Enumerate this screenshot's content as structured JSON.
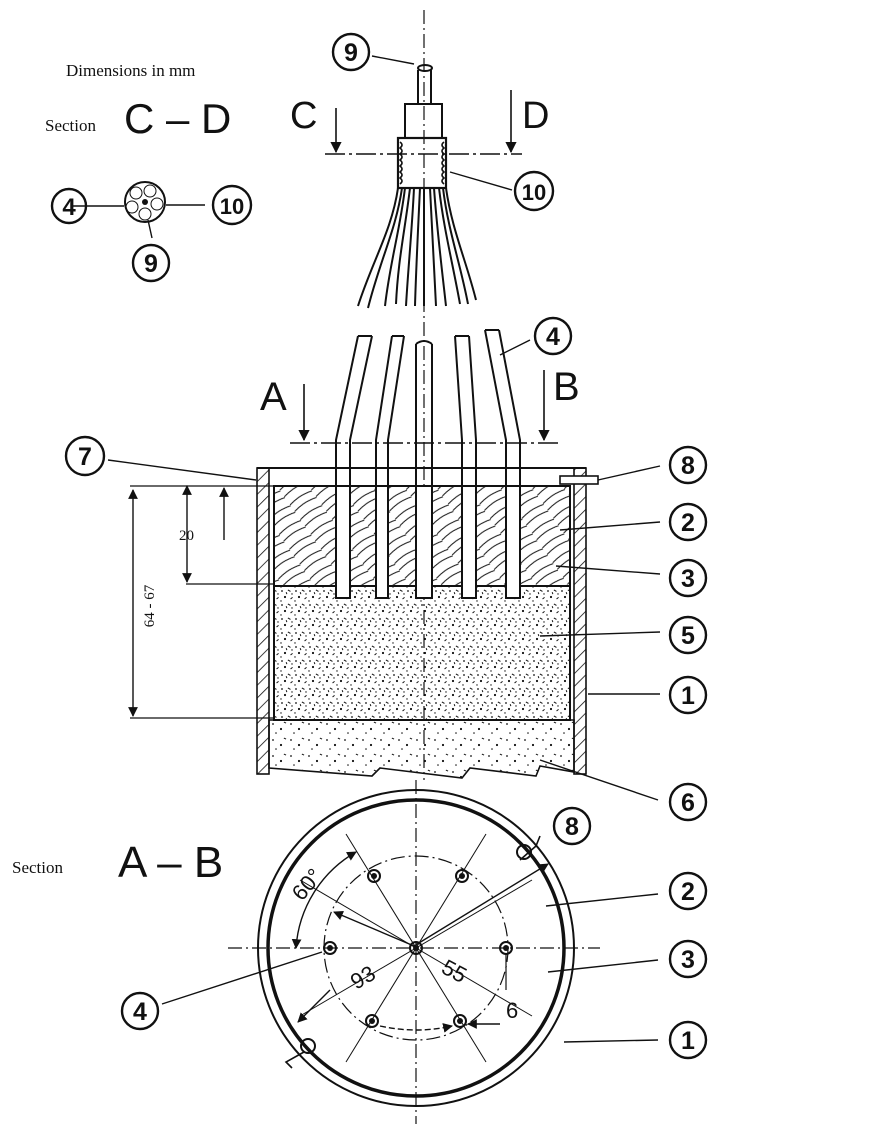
{
  "header": {
    "dimensions_note": "Dimensions in mm",
    "section_word": "Section"
  },
  "sections": {
    "cd": "C – D",
    "ab": "A – B",
    "letter_a": "A",
    "letter_b": "B",
    "letter_c": "C",
    "letter_d": "D"
  },
  "dimensions": {
    "total_depth": "64 - 67",
    "upper_depth": "20",
    "pitch_circle": "93",
    "radius": "55",
    "angle": "60°",
    "small": "6"
  },
  "callouts": {
    "n1": "1",
    "n2": "2",
    "n3": "3",
    "n4": "4",
    "n5": "5",
    "n6": "6",
    "n7": "7",
    "n8": "8",
    "n9": "9",
    "n10": "10"
  },
  "colors": {
    "ink": "#111111",
    "paper": "#ffffff"
  }
}
